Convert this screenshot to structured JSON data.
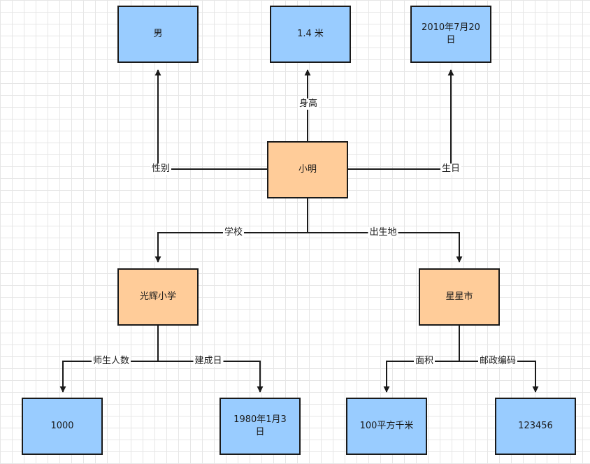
{
  "nodes": {
    "xiaoming": "小明",
    "gender_value": "男",
    "height_value": "1.4 米",
    "birthday_value": "2010年7月20\n日",
    "school": "光辉小学",
    "birthplace": "星星市",
    "student_count": "1000",
    "founded_date": "1980年1月3\n日",
    "area": "100平方千米",
    "postal_code": "123456"
  },
  "edges": {
    "gender": "性别",
    "height": "身高",
    "birthday": "生日",
    "school": "学校",
    "birthplace": "出生地",
    "teacher_student_count": "师生人数",
    "founded": "建成日",
    "area": "面积",
    "postal_code": "邮政编码"
  },
  "colors": {
    "entity_fill": "#ffcc99",
    "value_fill": "#99ccff",
    "line": "#1a1a1a"
  }
}
